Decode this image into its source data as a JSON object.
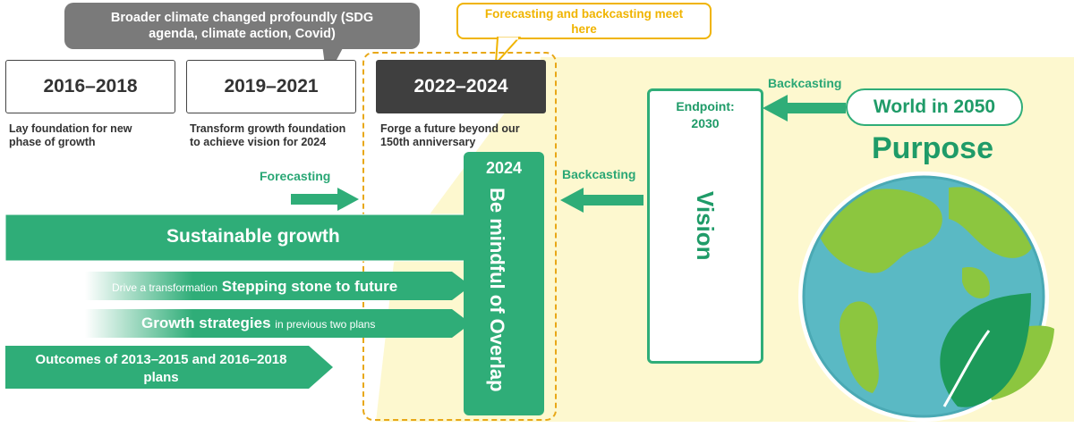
{
  "callouts": {
    "climate": "Broader climate changed profoundly (SDG agenda, climate action, Covid)",
    "meet": "Forecasting and backcasting meet here"
  },
  "periods": [
    {
      "label": "2016–2018",
      "desc": "Lay foundation for new phase of growth"
    },
    {
      "label": "2019–2021",
      "desc": "Transform growth foundation to achieve vision for 2024"
    },
    {
      "label": "2022–2024",
      "desc": "Forge a future beyond our 150th anniversary"
    }
  ],
  "forecasting": "Forecasting",
  "backcasting_left": "Backcasting",
  "backcasting_right": "Backcasting",
  "column_2024": {
    "title": "2024",
    "text": "Be mindful of Overlap"
  },
  "vision": {
    "endpoint": "Endpoint: 2030",
    "title": "Vision"
  },
  "world": "World in 2050",
  "purpose": "Purpose",
  "bars": {
    "sustainable": "Sustainable growth",
    "stepping_small": "Drive a transformation",
    "stepping_big": "Stepping stone to future",
    "growth_big": "Growth strategies",
    "growth_small": "in previous two plans",
    "outcomes": "Outcomes of 2013–2015 and 2016–2018 plans"
  },
  "colors": {
    "green": "#2fad78",
    "dark_green": "#1f9b68",
    "yellow_bg": "#fdf8cf",
    "orange": "#f0b400",
    "gray": "#7a7a7a"
  }
}
